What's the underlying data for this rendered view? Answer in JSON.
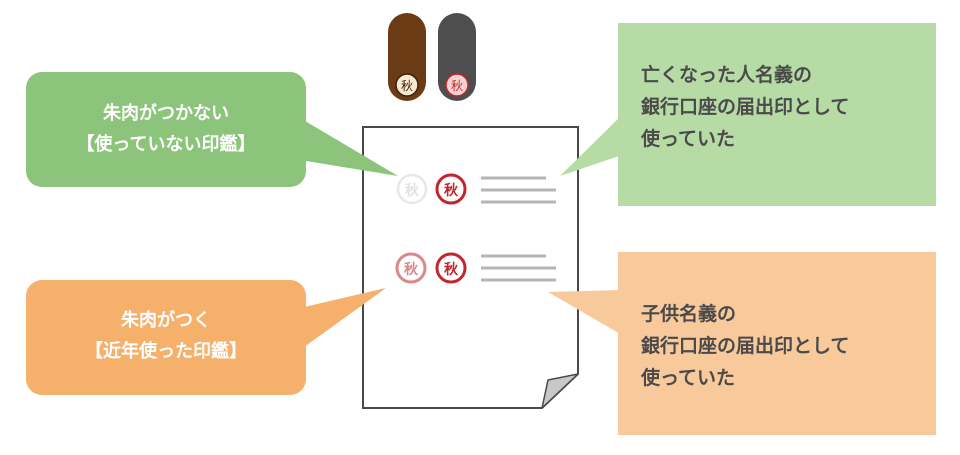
{
  "callouts": {
    "green_left": {
      "line1": "朱肉がつかない",
      "line2": "【使っていない印鑑】"
    },
    "orange_left": {
      "line1": "朱肉がつく",
      "line2": "【近年使った印鑑】"
    },
    "green_right": {
      "line1": "亡くなった人名義の",
      "line2": "銀行口座の届出印として",
      "line3": "使っていた"
    },
    "orange_right": {
      "line1": "子供名義の",
      "line2": "銀行口座の届出印として",
      "line3": "使っていた"
    }
  },
  "seal_char": "秋",
  "stamp_char": "秋",
  "colors": {
    "green_dark": "#8dc47b",
    "green_light": "#b6dba5",
    "orange_dark": "#f5b06c",
    "orange_light": "#f8c99b",
    "seal_red": "#c0272d",
    "seal_faded": "#d9898a",
    "seal_empty": "#e8e8e8",
    "line_gray": "#b5b5b5",
    "stamp_brown": "#6b3b16",
    "stamp_dark": "#4e4e4e"
  }
}
